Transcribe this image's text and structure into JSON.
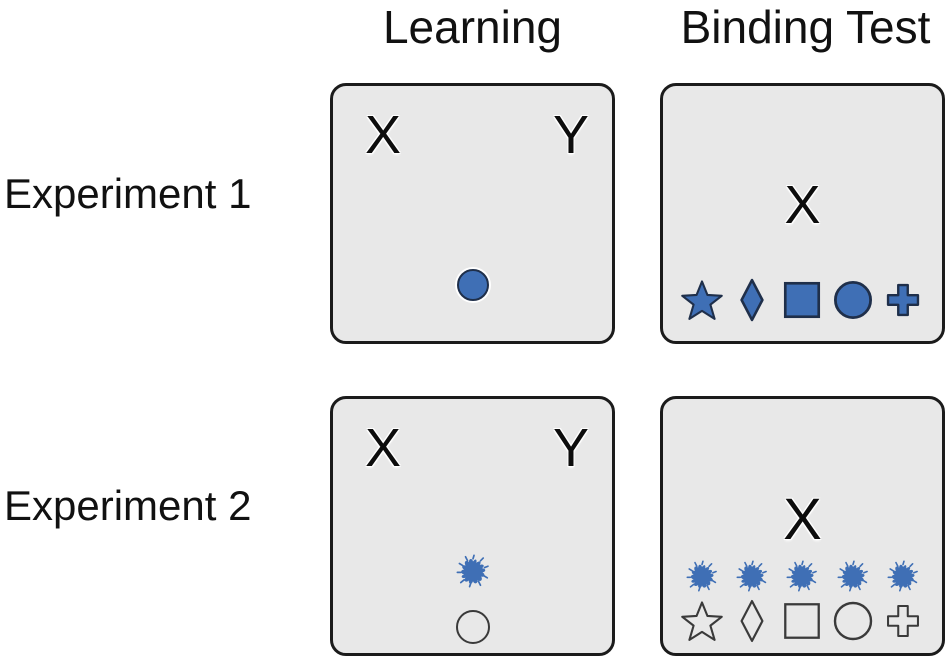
{
  "figure": {
    "title_row_headers": {
      "learning": "Learning",
      "binding_test": "Binding Test"
    },
    "row_labels": {
      "experiment_1": "Experiment 1",
      "experiment_2": "Experiment 2"
    }
  },
  "colors": {
    "shape_blue": "#3f6fb5",
    "shape_blue_stroke": "#1f2f4a",
    "panel_background": "#e8e8e8",
    "panel_border": "#1b1b1b",
    "outline_gray": "#3a3a3a",
    "text_black": "#0d0d0d",
    "page_background": "#ffffff"
  },
  "panels": {
    "e1_learning": {
      "caption": "Experiment 1 Learning",
      "letter_left": "X",
      "letter_right": "Y",
      "object": {
        "name": "circle-filled",
        "fill": "filled",
        "color": "#3f6fb5"
      }
    },
    "e1_binding": {
      "caption": "Experiment 1 Binding Test",
      "letter_center": "X",
      "shapes": [
        {
          "name": "star",
          "fill": "filled",
          "color": "#3f6fb5"
        },
        {
          "name": "diamond",
          "fill": "filled",
          "color": "#3f6fb5"
        },
        {
          "name": "square",
          "fill": "filled",
          "color": "#3f6fb5"
        },
        {
          "name": "circle",
          "fill": "filled",
          "color": "#3f6fb5"
        },
        {
          "name": "plus",
          "fill": "filled",
          "color": "#3f6fb5"
        }
      ]
    },
    "e2_learning": {
      "caption": "Experiment 2 Learning",
      "letter_left": "X",
      "letter_right": "Y",
      "objects": [
        {
          "name": "splat",
          "fill": "filled",
          "color": "#3f6fb5"
        },
        {
          "name": "circle-outline",
          "fill": "outline",
          "color": "#3a3a3a"
        }
      ]
    },
    "e2_binding": {
      "caption": "Experiment 2 Binding Test",
      "letter_center": "X",
      "splats": [
        {
          "name": "splat",
          "color": "#3f6fb5"
        },
        {
          "name": "splat",
          "color": "#3f6fb5"
        },
        {
          "name": "splat",
          "color": "#3f6fb5"
        },
        {
          "name": "splat",
          "color": "#3f6fb5"
        },
        {
          "name": "splat",
          "color": "#3f6fb5"
        }
      ],
      "shapes": [
        {
          "name": "star",
          "fill": "outline",
          "color": "#3a3a3a"
        },
        {
          "name": "diamond",
          "fill": "outline",
          "color": "#3a3a3a"
        },
        {
          "name": "square",
          "fill": "outline",
          "color": "#3a3a3a"
        },
        {
          "name": "circle",
          "fill": "outline",
          "color": "#3a3a3a"
        },
        {
          "name": "plus",
          "fill": "outline",
          "color": "#3a3a3a"
        }
      ]
    }
  }
}
